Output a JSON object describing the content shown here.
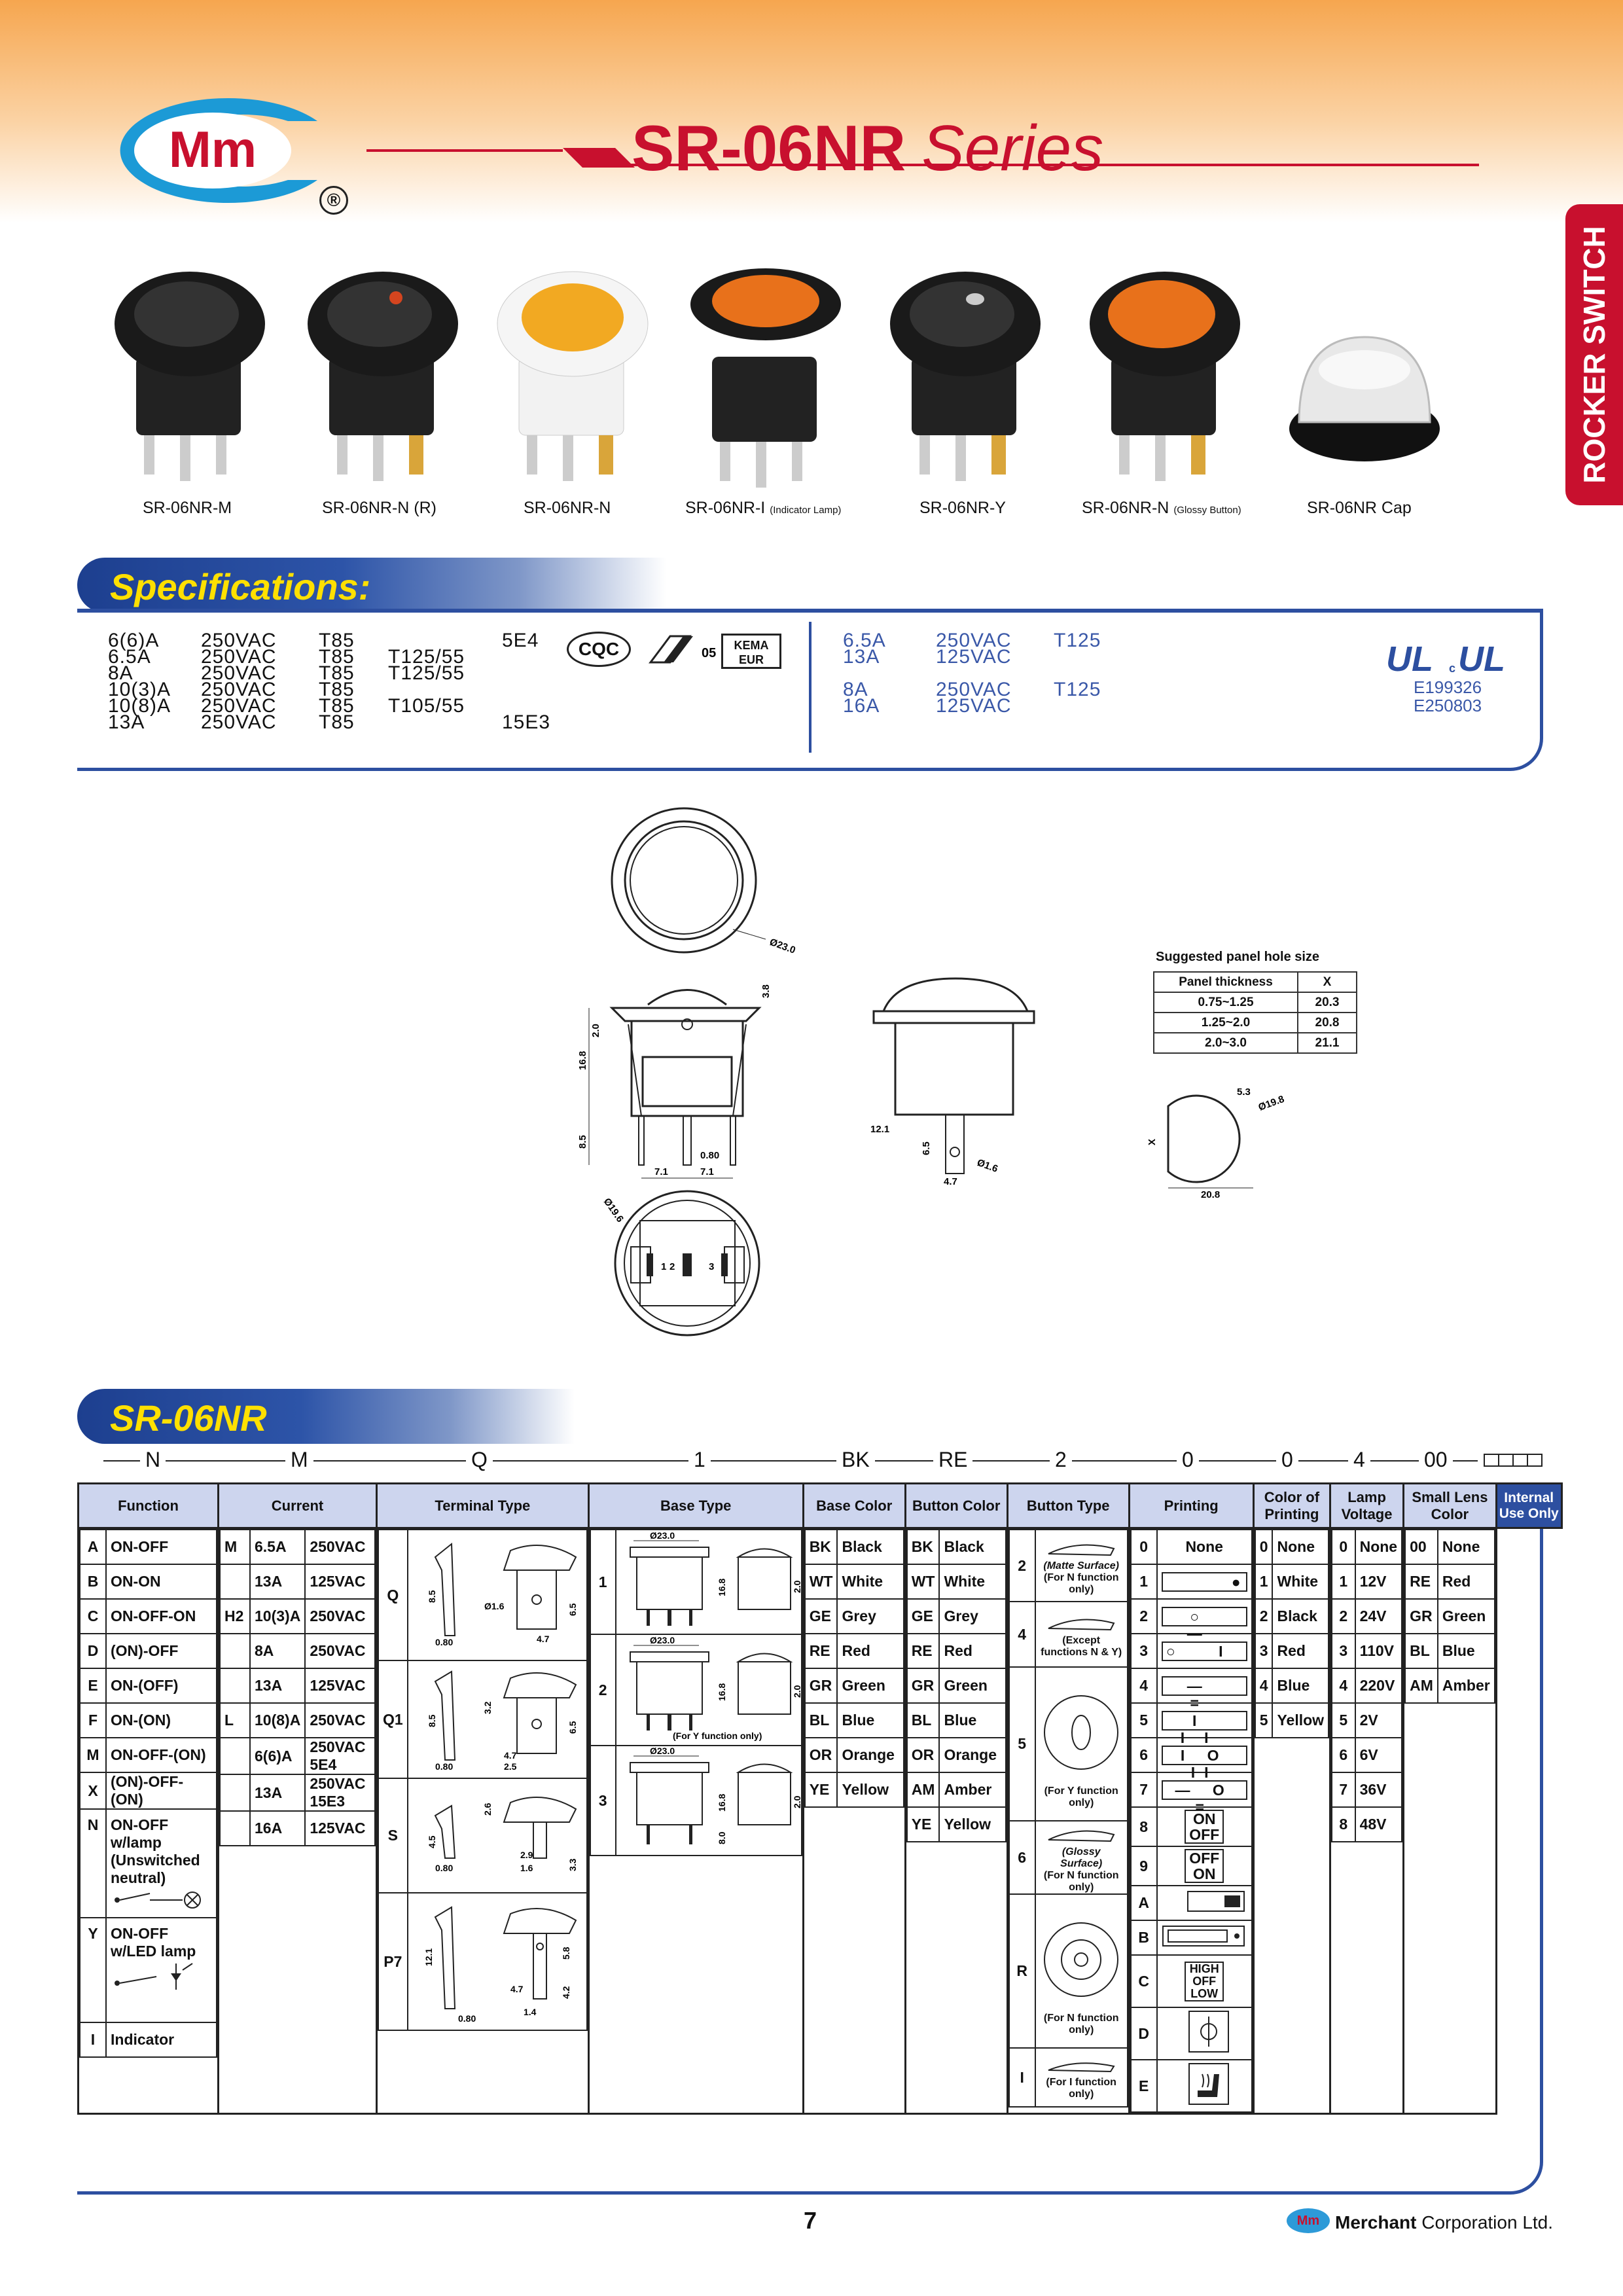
{
  "header": {
    "brand_logo_text": "Mm",
    "title_model": "SR-06NR",
    "title_series": "Series",
    "side_tab": "ROCKER SWITCH",
    "registered_mark": "®"
  },
  "products": [
    {
      "label": "SR-06NR-M",
      "note": ""
    },
    {
      "label": "SR-06NR-N (R)",
      "note": ""
    },
    {
      "label": "SR-06NR-N",
      "note": ""
    },
    {
      "label": "SR-06NR-I",
      "note": "(Indicator Lamp)"
    },
    {
      "label": "SR-06NR-Y",
      "note": ""
    },
    {
      "label": "SR-06NR-N",
      "note": "(Glossy Button)"
    },
    {
      "label": "SR-06NR Cap",
      "note": ""
    }
  ],
  "specs": {
    "heading": "Specifications:",
    "left_rows": [
      {
        "current": "6(6)A",
        "voltage": "250VAC",
        "t1": "T85",
        "t2": "",
        "extra": "5E4"
      },
      {
        "current": "6.5A",
        "voltage": "250VAC",
        "t1": "T85",
        "t2": "T125/55",
        "extra": ""
      },
      {
        "current": "8A",
        "voltage": "250VAC",
        "t1": "T85",
        "t2": "T125/55",
        "extra": ""
      },
      {
        "current": "10(3)A",
        "voltage": "250VAC",
        "t1": "T85",
        "t2": "",
        "extra": ""
      },
      {
        "current": "10(8)A",
        "voltage": "250VAC",
        "t1": "T85",
        "t2": "T105/55",
        "extra": ""
      },
      {
        "current": "13A",
        "voltage": "250VAC",
        "t1": "T85",
        "t2": "",
        "extra": "15E3"
      }
    ],
    "cert_cqc": "CQC",
    "cert_05": "05",
    "cert_kema_1": "KEMA",
    "cert_kema_2": "EUR",
    "right_rows": [
      {
        "current": "6.5A",
        "voltage": "250VAC",
        "temp": "T125"
      },
      {
        "current": "13A",
        "voltage": "125VAC",
        "temp": ""
      },
      {
        "current": "8A",
        "voltage": "250VAC",
        "temp": "T125"
      },
      {
        "current": "16A",
        "voltage": "125VAC",
        "temp": ""
      }
    ],
    "ul_mark": "UL cUL",
    "ul_codes": [
      "E199326",
      "E250803"
    ]
  },
  "drawing": {
    "dims": [
      "Ø23.0",
      "3.8",
      "16.8",
      "2.0",
      "8.5",
      "0.80",
      "7.1",
      "7.1",
      "Ø19.6",
      "1",
      "2",
      "3",
      "12.1",
      "6.5",
      "4.7",
      "Ø1.6",
      "5.3",
      "Ø19.8",
      "X",
      "20.8"
    ],
    "panel": {
      "title": "Suggested panel hole size",
      "headers": [
        "Panel thickness",
        "X"
      ],
      "rows": [
        [
          "0.75~1.25",
          "20.3"
        ],
        [
          "1.25~2.0",
          "20.8"
        ],
        [
          "2.0~3.0",
          "21.1"
        ]
      ]
    }
  },
  "ordering": {
    "heading": "SR-06NR",
    "code": [
      "N",
      "M",
      "Q",
      "1",
      "BK",
      "RE",
      "2",
      "0",
      "0",
      "4",
      "00"
    ],
    "headers": [
      "Function",
      "Current",
      "Terminal Type",
      "Base Type",
      "Base Color",
      "Button Color",
      "Button Type",
      "Printing",
      "Color of Printing",
      "Lamp Voltage",
      "Small Lens Color",
      "Internal Use Only"
    ],
    "function": [
      [
        "A",
        "ON-OFF"
      ],
      [
        "B",
        "ON-ON"
      ],
      [
        "C",
        "ON-OFF-ON"
      ],
      [
        "D",
        "(ON)-OFF"
      ],
      [
        "E",
        "ON-(OFF)"
      ],
      [
        "F",
        "ON-(ON)"
      ],
      [
        "M",
        "ON-OFF-(ON)"
      ],
      [
        "X",
        "(ON)-OFF-(ON)"
      ],
      [
        "N",
        "ON-OFF w/lamp (Unswitched neutral)"
      ],
      [
        "Y",
        "ON-OFF w/LED lamp"
      ],
      [
        "I",
        "Indicator"
      ]
    ],
    "current": [
      [
        "M",
        "6.5A",
        "250VAC"
      ],
      [
        "",
        "13A",
        "125VAC"
      ],
      [
        "H2",
        "10(3)A",
        "250VAC"
      ],
      [
        "",
        "8A",
        "250VAC"
      ],
      [
        "",
        "13A",
        "125VAC"
      ],
      [
        "L",
        "10(8)A",
        "250VAC"
      ],
      [
        "",
        "6(6)A",
        "250VAC 5E4"
      ],
      [
        "",
        "13A",
        "250VAC 15E3"
      ],
      [
        "",
        "16A",
        "125VAC"
      ]
    ],
    "terminal": {
      "codes": [
        "Q",
        "Q1",
        "S",
        "P7"
      ],
      "dims_q": [
        "8.5",
        "0.80",
        "Ø1.6",
        "4.7",
        "6.5"
      ],
      "dims_q1": [
        "8.5",
        "3.2",
        "0.80",
        "4.7",
        "2.5",
        "6.5"
      ],
      "dims_s": [
        "4.5",
        "2.6",
        "0.80",
        "2.9",
        "1.6",
        "3.3"
      ],
      "dims_p7": [
        "12.1",
        "5.8",
        "4.7",
        "4.2",
        "0.80",
        "1.4"
      ]
    },
    "base": {
      "codes": [
        "1",
        "2",
        "3"
      ],
      "dims": [
        "Ø23.0",
        "16.8",
        "2.0",
        "Ø23.0",
        "16.8",
        "2.0",
        "Ø23.0",
        "16.8",
        "8.0",
        "2.0"
      ],
      "note": "(For Y function only)"
    },
    "base_color": [
      [
        "BK",
        "Black"
      ],
      [
        "WT",
        "White"
      ],
      [
        "GE",
        "Grey"
      ],
      [
        "RE",
        "Red"
      ],
      [
        "GR",
        "Green"
      ],
      [
        "BL",
        "Blue"
      ],
      [
        "OR",
        "Orange"
      ],
      [
        "YE",
        "Yellow"
      ]
    ],
    "button_color": [
      [
        "BK",
        "Black"
      ],
      [
        "WT",
        "White"
      ],
      [
        "GE",
        "Grey"
      ],
      [
        "RE",
        "Red"
      ],
      [
        "GR",
        "Green"
      ],
      [
        "BL",
        "Blue"
      ],
      [
        "OR",
        "Orange"
      ],
      [
        "AM",
        "Amber"
      ],
      [
        "YE",
        "Yellow"
      ]
    ],
    "button_type": [
      [
        "2",
        "(Matte Surface)",
        "(For N function only)"
      ],
      [
        "4",
        "(Except functions N & Y)",
        ""
      ],
      [
        "5",
        "(For Y function only)",
        ""
      ],
      [
        "6",
        "(Glossy Surface)",
        "(For N function only)"
      ],
      [
        "R",
        "(For N function only)",
        ""
      ],
      [
        "I",
        "(For I function only)",
        ""
      ]
    ],
    "printing": [
      [
        "0",
        "None"
      ],
      [
        "1",
        "● "
      ],
      [
        "2",
        "○ —"
      ],
      [
        "3",
        "○ I"
      ],
      [
        "4",
        "— ="
      ],
      [
        "5",
        "I II"
      ],
      [
        "6",
        "I O II"
      ],
      [
        "7",
        "— O ="
      ],
      [
        "8",
        "ON OFF"
      ],
      [
        "9",
        "OFF ON"
      ],
      [
        "A",
        ""
      ],
      [
        "B",
        ""
      ],
      [
        "C",
        "HIGH OFF LOW"
      ],
      [
        "D",
        ""
      ],
      [
        "E",
        ""
      ]
    ],
    "color_printing": [
      [
        "0",
        "None"
      ],
      [
        "1",
        "White"
      ],
      [
        "2",
        "Black"
      ],
      [
        "3",
        "Red"
      ],
      [
        "4",
        "Blue"
      ],
      [
        "5",
        "Yellow"
      ]
    ],
    "lamp_voltage": [
      [
        "0",
        "None"
      ],
      [
        "1",
        "12V"
      ],
      [
        "2",
        "24V"
      ],
      [
        "3",
        "110V"
      ],
      [
        "4",
        "220V"
      ],
      [
        "5",
        "2V"
      ],
      [
        "6",
        "6V"
      ],
      [
        "7",
        "36V"
      ],
      [
        "8",
        "48V"
      ]
    ],
    "lens_color": [
      [
        "00",
        "None"
      ],
      [
        "RE",
        "Red"
      ],
      [
        "GR",
        "Green"
      ],
      [
        "BL",
        "Blue"
      ],
      [
        "AM",
        "Amber"
      ]
    ]
  },
  "footer": {
    "page": "7",
    "company_bold": "Merchant",
    "company_rest": " Corporation Ltd.",
    "logo": "Mm"
  },
  "colors": {
    "red": "#c8102e",
    "blue": "#2d4fa0",
    "orange": "#f6a64f",
    "header_cell": "#cdd5ee"
  }
}
